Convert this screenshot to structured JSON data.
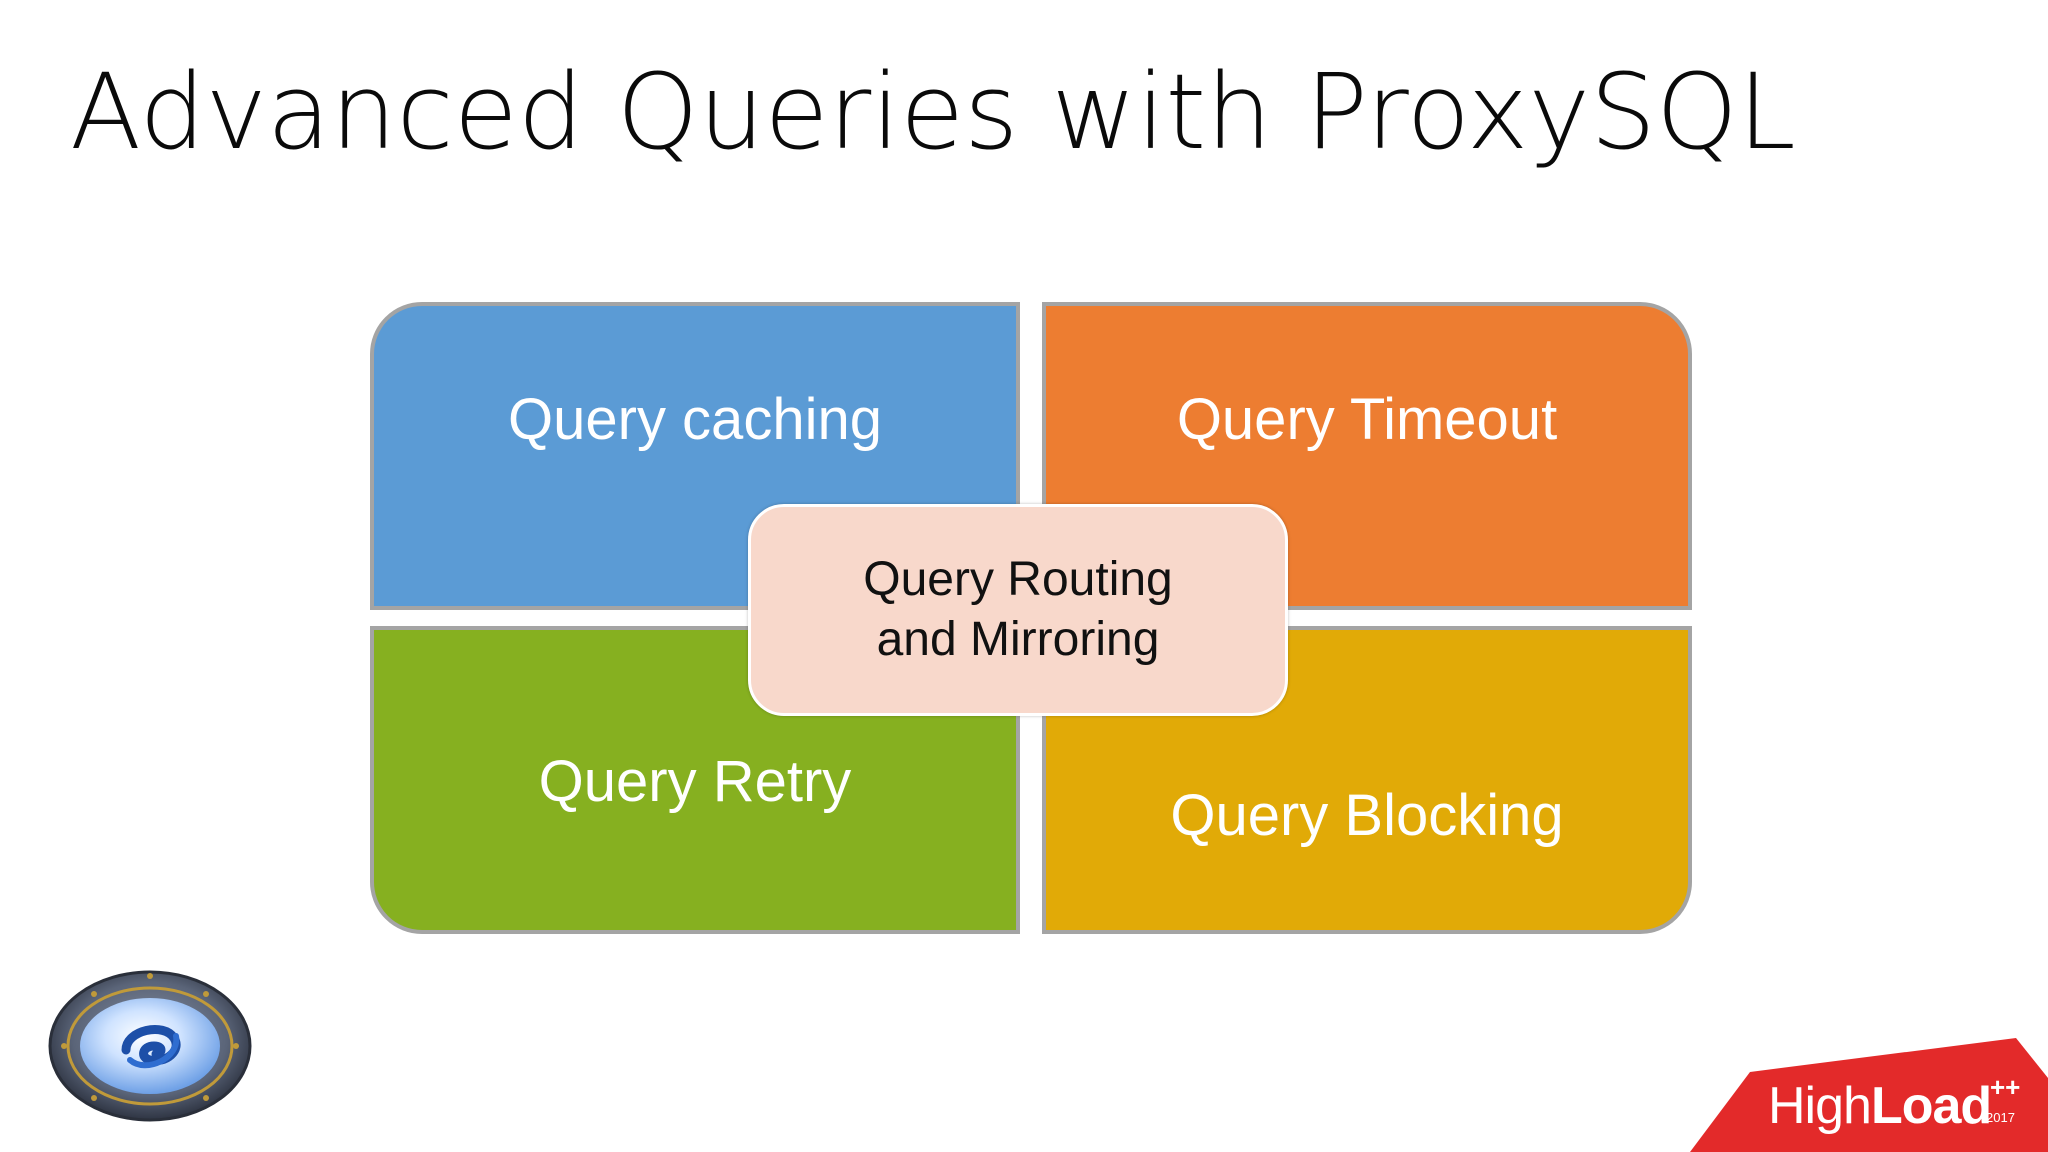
{
  "slide": {
    "title": "Advanced Queries with ProxySQL"
  },
  "diagram": {
    "quadrants": [
      {
        "label": "Query caching",
        "color": "#5b9bd5"
      },
      {
        "label": "Query Timeout",
        "color": "#ed7d31"
      },
      {
        "label": "Query Retry",
        "color": "#86b020"
      },
      {
        "label": "Query Blocking",
        "color": "#e1aa07"
      }
    ],
    "center": {
      "line1": "Query Routing",
      "line2": "and Mirroring",
      "color": "#f8d8cb"
    }
  },
  "branding": {
    "highload_part1": "High",
    "highload_part2": "Load",
    "highload_sup": "++",
    "highload_year": "2017",
    "highload_color": "#e32a2a"
  }
}
